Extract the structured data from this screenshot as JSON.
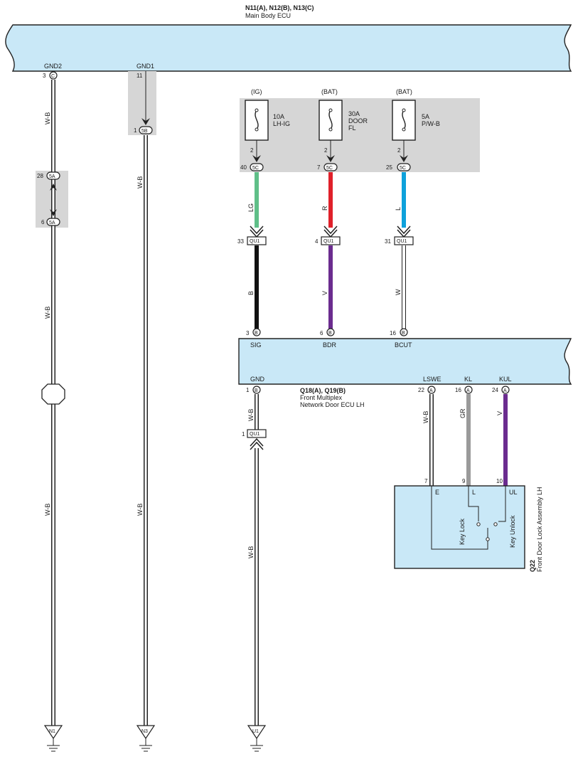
{
  "main_body_ecu": {
    "connectors": "N11(A), N12(B), N13(C)",
    "name": "Main Body ECU",
    "terminals": {
      "gnd2": "GND2",
      "gnd1": "GND1"
    }
  },
  "door_ecu": {
    "connectors": "Q18(A), Q19(B)",
    "name_line1": "Front Multiplex",
    "name_line2": "Network Door ECU LH",
    "terminals": {
      "sig": "SIG",
      "bdr": "BDR",
      "bcut": "BCUT",
      "gnd": "GND",
      "lswe": "LSWE",
      "kl": "KL",
      "kul": "KUL"
    }
  },
  "lock_assembly": {
    "id": "Q22",
    "name": "Front Door Lock Assembly LH",
    "terminals": {
      "e": "E",
      "l": "L",
      "ul": "UL"
    },
    "switches": {
      "key_lock": "Key Lock",
      "key_unlock": "Key Unlock"
    }
  },
  "fuses": [
    {
      "supply": "(IG)",
      "rating": "10A",
      "name1": "LH-IG",
      "name2": "",
      "pin": "2",
      "conn_pin": "40",
      "conn": "5C"
    },
    {
      "supply": "(BAT)",
      "rating": "30A",
      "name1": "DOOR",
      "name2": "FL",
      "pin": "2",
      "conn_pin": "7",
      "conn": "5C"
    },
    {
      "supply": "(BAT)",
      "rating": "5A",
      "name1": "P/W-B",
      "name2": "",
      "pin": "2",
      "conn_pin": "25",
      "conn": "5C"
    }
  ],
  "wire_colors": {
    "lg": "LG",
    "r": "R",
    "l": "L",
    "b": "B",
    "v": "V",
    "w": "W",
    "wb": "W-B",
    "gr": "GR"
  },
  "pins": {
    "gnd2_pin": "3",
    "gnd2_conn": "C",
    "gnd1_pin": "11",
    "j5b_pin": "1",
    "j5b_conn": "5B",
    "j5a_top_pin": "28",
    "j5a_bot_pin": "6",
    "j5a_conn": "5A",
    "qu1_sig_pin": "33",
    "qu1_bdr_pin": "4",
    "qu1_bcut_pin": "31",
    "qu1_conn": "QU1",
    "sig_pin": "3",
    "bdr_pin": "6",
    "bcut_pin": "16",
    "b_conn": "B",
    "gnd_pin": "1",
    "qu1_gnd_pin": "1",
    "lswe_pin": "22",
    "kl_pin": "16",
    "kul_pin": "24",
    "a_conn": "A",
    "q22_e_pin": "7",
    "q22_l_pin": "9",
    "q22_ul_pin": "10"
  },
  "grounds": {
    "n1": "N1",
    "n3": "N3",
    "u1": "U1"
  },
  "colors": {
    "ecu_fill": "#c9e8f7",
    "lg": "#5fbf88",
    "r": "#e0202a",
    "l": "#0ea1db",
    "b": "#111111",
    "v": "#6b2c8f",
    "gr": "#9a9a9a",
    "shade": "#d6d6d6"
  }
}
